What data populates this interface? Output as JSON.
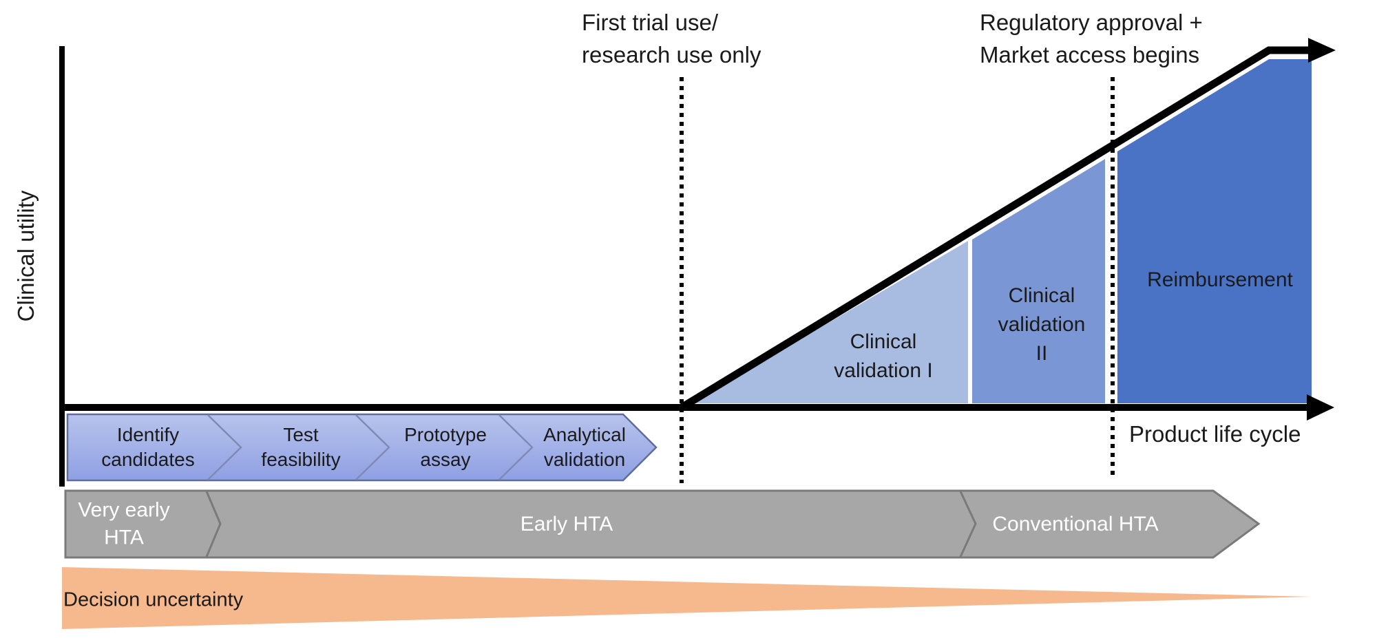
{
  "y_axis_label": "Clinical utility",
  "x_axis_label": "Product life cycle",
  "milestones": {
    "first_trial": "First trial use/\nresearch use only",
    "regulatory": "Regulatory approval +\nMarket access begins"
  },
  "development_stages": [
    {
      "label": "Identify\ncandidates"
    },
    {
      "label": "Test\nfeasibility"
    },
    {
      "label": "Prototype\nassay"
    },
    {
      "label": "Analytical\nvalidation"
    }
  ],
  "clinical_phases": [
    {
      "label": "Clinical\nvalidation I"
    },
    {
      "label": "Clinical\nvalidation\nII"
    },
    {
      "label": "Reimbursement"
    }
  ],
  "hta_stages": [
    {
      "label": "Very early\nHTA"
    },
    {
      "label": "Early HTA"
    },
    {
      "label": "Conventional HTA"
    }
  ],
  "uncertainty": {
    "label": "Decision uncertainty"
  },
  "colors": {
    "axis": "#000000",
    "validation1": "#a8bce2",
    "validation2": "#7b96d4",
    "reimbursement": "#4a73c6",
    "stage_band_top": "#b7c3ec",
    "stage_band_bottom": "#8fa0e3",
    "stage_band_border": "#5f6d9d",
    "stage_separator": "#7e8ab5",
    "hta_band": "#a7a7a7",
    "hta_border": "#7a7a7a",
    "uncertainty_fill": "#f6b88d",
    "text_dark": "#1a1a1a",
    "text_white": "#ffffff"
  }
}
